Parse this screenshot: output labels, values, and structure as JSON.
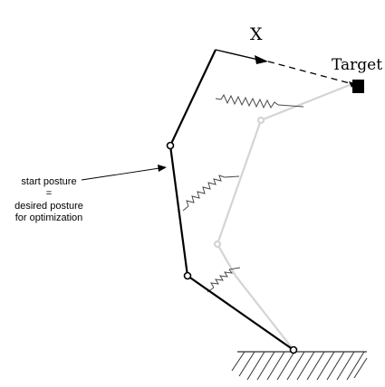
{
  "labels": {
    "x_axis": "X",
    "target": "Target",
    "caption_line1": "start posture",
    "caption_line2": "=",
    "caption_line3": "desired posture",
    "caption_line4": "for optimization"
  },
  "colors": {
    "start_posture": "#000000",
    "deformed_posture": "#d4d4d4",
    "spring": "#4a4a4a",
    "target_fill": "#000000",
    "ground_hatch": "#333333"
  }
}
